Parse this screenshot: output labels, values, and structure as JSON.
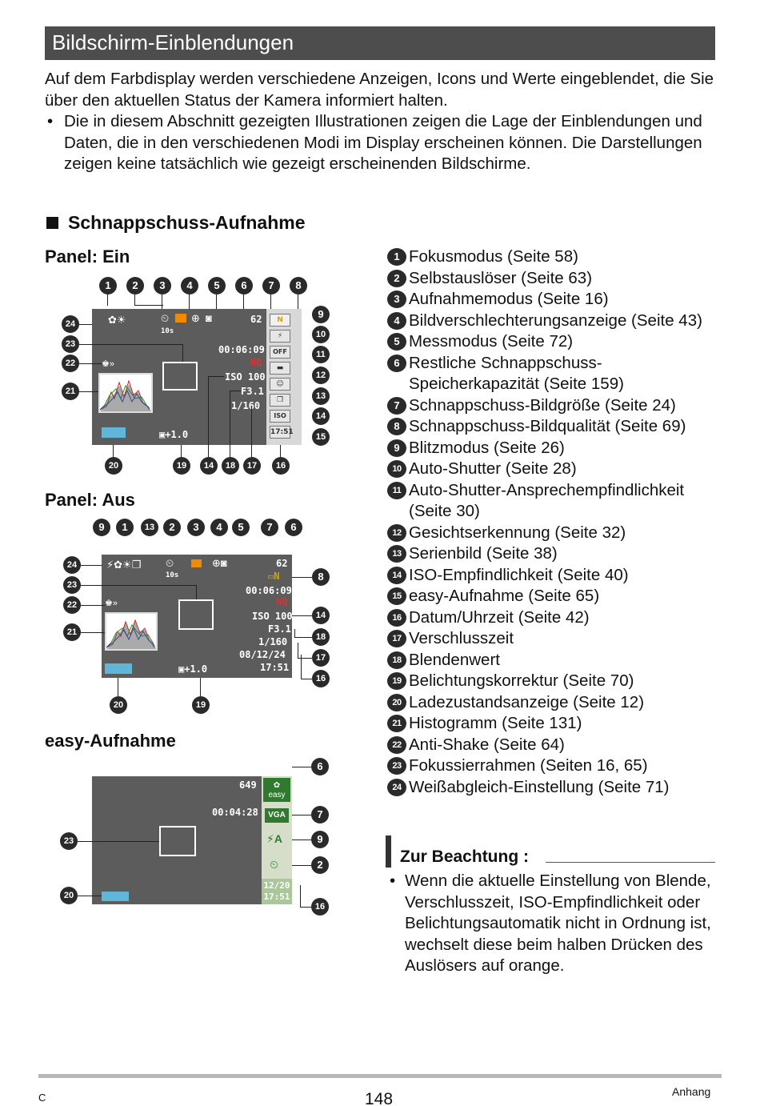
{
  "title": "Bildschirm-Einblendungen",
  "intro": {
    "paragraph": "Auf dem Farbdisplay werden verschiedene Anzeigen, Icons und Werte eingeblendet, die Sie über den aktuellen Status der Kamera informiert halten.",
    "bullet": "Die in diesem Abschnitt gezeigten Illustrationen zeigen die Lage der Einblendungen und Daten, die in den verschiedenen Modi im Display erscheinen können. Die Darstellungen zeigen keine tatsächlich wie gezeigt erscheinenden Bildschirme."
  },
  "section_title": "Schnappschuss-Aufnahme",
  "panels": {
    "ein": {
      "label": "Panel: Ein",
      "shots": "62",
      "time": "00:06:09",
      "quality": "HQ",
      "iso": "ISO 100",
      "aperture": "F3.1",
      "shutter": "1/160",
      "ev": "+1.0",
      "clock": "17:51",
      "selftimer": "10s",
      "side_flash": "⚡",
      "side_off": "OFF",
      "side_iso": "ISO"
    },
    "aus": {
      "label": "Panel: Aus",
      "shots": "62",
      "time": "00:06:09",
      "quality": "HQ",
      "iso": "ISO 100",
      "aperture": "F3.1",
      "shutter": "1/160",
      "date": "08/12/24",
      "clock": "17:51",
      "ev": "+1.0",
      "selftimer": "10s"
    },
    "easy": {
      "label": "easy-Aufnahme",
      "shots": "649",
      "time": "00:04:28",
      "side_easy": "easy",
      "side_vga": "VGA",
      "date": "12/20",
      "clock": "17:51"
    }
  },
  "legend": [
    {
      "num": "1",
      "text": "Fokusmodus (Seite 58)"
    },
    {
      "num": "2",
      "text": "Selbstauslöser (Seite 63)"
    },
    {
      "num": "3",
      "text": "Aufnahmemodus (Seite 16)"
    },
    {
      "num": "4",
      "text": "Bildverschlechterungsanzeige (Seite 43)"
    },
    {
      "num": "5",
      "text": "Messmodus (Seite 72)"
    },
    {
      "num": "6",
      "text": "Restliche Schnappschuss-Speicherkapazität (Seite 159)"
    },
    {
      "num": "7",
      "text": "Schnappschuss-Bildgröße (Seite 24)"
    },
    {
      "num": "8",
      "text": "Schnappschuss-Bildqualität (Seite 69)"
    },
    {
      "num": "9",
      "text": "Blitzmodus (Seite 26)"
    },
    {
      "num": "10",
      "text": "Auto-Shutter (Seite 28)"
    },
    {
      "num": "11",
      "text": "Auto-Shutter-Ansprechempfindlichkeit (Seite 30)"
    },
    {
      "num": "12",
      "text": "Gesichtserkennung (Seite 32)"
    },
    {
      "num": "13",
      "text": "Serienbild (Seite 38)"
    },
    {
      "num": "14",
      "text": "ISO-Empfindlichkeit (Seite 40)"
    },
    {
      "num": "15",
      "text": "easy-Aufnahme (Seite 65)"
    },
    {
      "num": "16",
      "text": "Datum/Uhrzeit (Seite 42)"
    },
    {
      "num": "17",
      "text": "Verschlusszeit"
    },
    {
      "num": "18",
      "text": "Blendenwert"
    },
    {
      "num": "19",
      "text": "Belichtungskorrektur (Seite 70)"
    },
    {
      "num": "20",
      "text": "Ladezustandsanzeige (Seite 12)"
    },
    {
      "num": "21",
      "text": "Histogramm (Seite 131)"
    },
    {
      "num": "22",
      "text": "Anti-Shake (Seite 64)"
    },
    {
      "num": "23",
      "text": "Fokussierrahmen (Seiten 16, 65)"
    },
    {
      "num": "24",
      "text": "Weißabgleich-Einstellung (Seite 71)"
    }
  ],
  "note": {
    "title": "Zur Beachtung :",
    "text": "Wenn die aktuelle Einstellung von Blende, Verschlusszeit, ISO-Empfindlichkeit oder Belichtungsautomatik nicht in Ordnung ist, wechselt diese beim halben Drücken des Auslösers auf orange."
  },
  "footer": {
    "left": "C",
    "page": "148",
    "right": "Anhang"
  },
  "markers": {
    "ein_top": [
      "1",
      "2",
      "3",
      "4",
      "5",
      "6",
      "7",
      "8"
    ],
    "ein_right": [
      "9",
      "10",
      "11",
      "12",
      "13",
      "14",
      "15"
    ],
    "ein_left": [
      "24",
      "23",
      "22",
      "21"
    ],
    "ein_bottom": [
      "20",
      "19",
      "14",
      "18",
      "17",
      "16"
    ],
    "aus_top": [
      "9",
      "1",
      "13",
      "2",
      "3",
      "4",
      "5",
      "7",
      "6"
    ],
    "aus_right": [
      "8",
      "14",
      "18",
      "17",
      "16"
    ],
    "aus_left": [
      "24",
      "23",
      "22",
      "21"
    ],
    "aus_bottom": [
      "20",
      "19"
    ],
    "easy_right": [
      "6",
      "7",
      "9",
      "2",
      "16"
    ],
    "easy_left": [
      "23",
      "20"
    ]
  }
}
